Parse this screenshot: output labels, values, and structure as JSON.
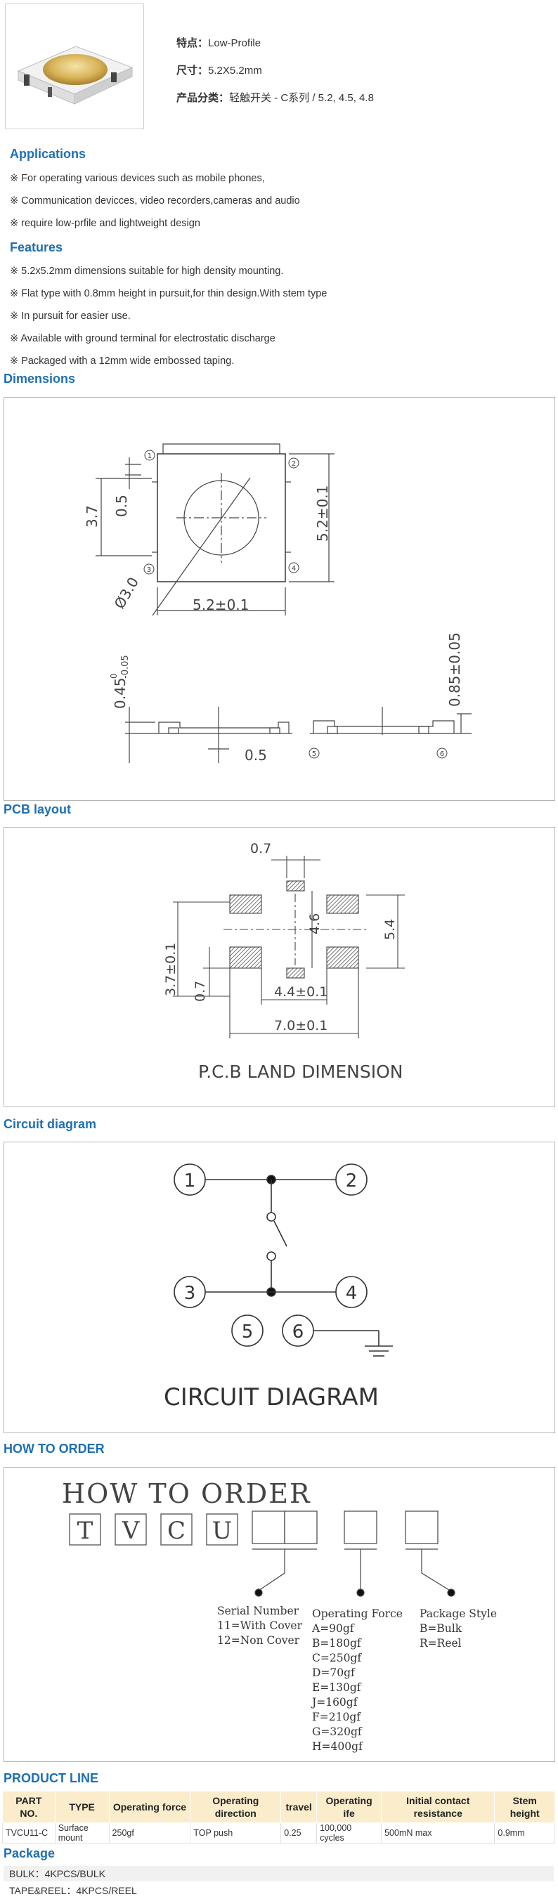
{
  "product": {
    "feature_label": "特点：",
    "feature_value": "Low-Profile",
    "size_label": "尺寸：",
    "size_value": "5.2X5.2mm",
    "category_label": "产品分类：",
    "category_value": "轻触开关 - C系列 / 5.2, 4.5, 4.8"
  },
  "applications": {
    "title": "Applications",
    "items": [
      "※ For operating various devices such as mobile phones,",
      "※ Communication devicces, video recorders,cameras and audio",
      "※ require low-prfile and lightweight design"
    ]
  },
  "features": {
    "title": "Features",
    "items": [
      "※ 5.2x5.2mm dimensions suitable for high density mounting.",
      "※ Flat type with 0.8mm height in pursuit,for thin design.With stem type",
      "※ In pursuit for easier use.",
      "※ Available with ground terminal for electrostatic discharge",
      "※ Packaged with a 12mm wide embossed taping."
    ]
  },
  "dimensions": {
    "title": "Dimensions",
    "labels": {
      "width": "5.2±0.1",
      "height": "5.2±0.1",
      "diameter": "Ø3.0",
      "side": "3.7",
      "pin": "0.5",
      "thick": "0.45",
      "thick_sub": "-0.05",
      "thick_sup": "0",
      "stem_h": "0.85±0.05",
      "gap": "0.5",
      "n1": "1",
      "n2": "2",
      "n3": "3",
      "n4": "4",
      "n5": "5",
      "n6": "6"
    }
  },
  "pcb": {
    "title": "PCB layout",
    "labels": {
      "top": "0.7",
      "mid": "4.6",
      "right": "5.4",
      "left": "3.7±0.1",
      "left2": "0.7",
      "inner": "4.4±0.1",
      "outer": "7.0±0.1",
      "caption": "P.C.B LAND DIMENSION"
    }
  },
  "circuit": {
    "title": "Circuit diagram",
    "labels": {
      "n1": "1",
      "n2": "2",
      "n3": "3",
      "n4": "4",
      "n5": "5",
      "n6": "6",
      "caption": "CIRCUIT DIAGRAM"
    }
  },
  "order": {
    "title": "HOW TO ORDER",
    "heading": "HOW TO ORDER",
    "letters": [
      "T",
      "V",
      "C",
      "U"
    ],
    "serial_title": "Serial Number",
    "serial_items": [
      "11=With Cover",
      "12=Non Cover"
    ],
    "force_title": "Operating Force",
    "force_items": [
      "A=90gf",
      "B=180gf",
      "C=250gf",
      "D=70gf",
      "E=130gf",
      "J=160gf",
      "F=210gf",
      "G=320gf",
      "H=400gf"
    ],
    "pack_title": "Package Style",
    "pack_items": [
      "B=Bulk",
      "R=Reel"
    ]
  },
  "product_line": {
    "title": "PRODUCT LINE",
    "headers": [
      "PART NO.",
      "TYPE",
      "Operating force",
      "Operating direction",
      "travel",
      "Operating ife",
      "Initial contact resistance",
      "Stem height"
    ],
    "rows": [
      [
        "TVCU11-C",
        "Surface mount",
        "250gf",
        "TOP push",
        "0.25",
        "100,000 cycles",
        "500mN max",
        "0.9mm"
      ]
    ]
  },
  "package": {
    "title": "Package",
    "items": [
      "BULK：4KPCS/BULK",
      "TAPE&REEL：4KPCS/REEL"
    ]
  },
  "colors": {
    "heading": "#1f6fb2",
    "table_header": "#fbedcc",
    "accent_gold": "#e9c46a"
  }
}
